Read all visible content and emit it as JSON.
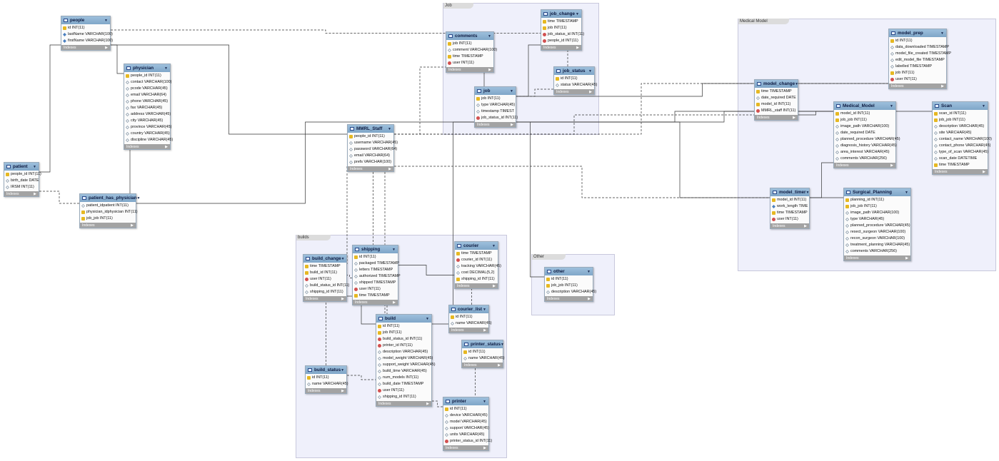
{
  "regions": [
    {
      "id": "job",
      "label": "Job"
    },
    {
      "id": "medical",
      "label": "Medical Model"
    },
    {
      "id": "builds",
      "label": "builds"
    },
    {
      "id": "other",
      "label": "Other"
    }
  ],
  "indexes_label": "Indexes",
  "tables": [
    {
      "id": "people",
      "name": "people",
      "columns": [
        {
          "k": "pk",
          "t": "id INT(11)"
        },
        {
          "k": "nn",
          "t": "lastName VARCHAR(100)"
        },
        {
          "k": "nn",
          "t": "firstName VARCHAR(100)"
        }
      ]
    },
    {
      "id": "physician",
      "name": "physician",
      "columns": [
        {
          "k": "pk",
          "t": "people_id INT(11)"
        },
        {
          "k": "nul",
          "t": "contact VARCHAR(100)"
        },
        {
          "k": "nul",
          "t": "pcode VARCHAR(45)"
        },
        {
          "k": "nul",
          "t": "email VARCHAR(64)"
        },
        {
          "k": "nul",
          "t": "phone VARCHAR(45)"
        },
        {
          "k": "nul",
          "t": "fax VARCHAR(45)"
        },
        {
          "k": "nul",
          "t": "address VARCHAR(45)"
        },
        {
          "k": "nul",
          "t": "city VARCHAR(45)"
        },
        {
          "k": "nul",
          "t": "province VARCHAR(45)"
        },
        {
          "k": "nul",
          "t": "country VARCHAR(45)"
        },
        {
          "k": "nul",
          "t": "discipline VARCHAR(45)"
        }
      ]
    },
    {
      "id": "patient",
      "name": "patient",
      "columns": [
        {
          "k": "pk",
          "t": "people_id INT(11)"
        },
        {
          "k": "nul",
          "t": "birth_date DATE"
        },
        {
          "k": "nul",
          "t": "IRSM INT(11)"
        }
      ]
    },
    {
      "id": "patient_has_physician",
      "name": "patient_has_physician",
      "columns": [
        {
          "k": "nul",
          "t": "patient_idpatient INT(11)"
        },
        {
          "k": "pk",
          "t": "physician_idphysician INT(11)"
        },
        {
          "k": "pk",
          "t": "job_job INT(11)"
        }
      ]
    },
    {
      "id": "mmrl_staff",
      "name": "MMRL_Staff",
      "columns": [
        {
          "k": "pk",
          "t": "people_id INT(11)"
        },
        {
          "k": "nul",
          "t": "username VARCHAR(45)"
        },
        {
          "k": "nul",
          "t": "password VARCHAR(64)"
        },
        {
          "k": "nul",
          "t": "email VARCHAR(64)"
        },
        {
          "k": "nul",
          "t": "prefs VARCHAR(100)"
        }
      ]
    },
    {
      "id": "comments",
      "name": "comments",
      "columns": [
        {
          "k": "pk",
          "t": "job INT(11)"
        },
        {
          "k": "nul",
          "t": "comment VARCHAR(100)"
        },
        {
          "k": "pk",
          "t": "time TIMESTAMP"
        },
        {
          "k": "fk",
          "t": "user INT(11)"
        }
      ]
    },
    {
      "id": "job_change",
      "name": "job_change",
      "columns": [
        {
          "k": "pk",
          "t": "time TIMESTAMP"
        },
        {
          "k": "pk",
          "t": "job INT(11)"
        },
        {
          "k": "fk",
          "t": "job_status_id INT(11)"
        },
        {
          "k": "fk",
          "t": "people_id INT(11)"
        }
      ]
    },
    {
      "id": "job_status",
      "name": "job_status",
      "columns": [
        {
          "k": "pk",
          "t": "id INT(11)"
        },
        {
          "k": "nul",
          "t": "status VARCHAR(45)"
        }
      ]
    },
    {
      "id": "job",
      "name": "job",
      "columns": [
        {
          "k": "pk",
          "t": "job INT(11)"
        },
        {
          "k": "nul",
          "t": "type VARCHAR(45)"
        },
        {
          "k": "nul",
          "t": "timestamp TIMEST"
        },
        {
          "k": "fk",
          "t": "job_status_id INT(11)"
        }
      ]
    },
    {
      "id": "model_prep",
      "name": "model_prep",
      "columns": [
        {
          "k": "pk",
          "t": "id INT(11)"
        },
        {
          "k": "nul",
          "t": "data_downloaded TIMESTAMP"
        },
        {
          "k": "nul",
          "t": "model_file_created TIMESTAMP"
        },
        {
          "k": "nul",
          "t": "edit_model_file TIMESTAMP"
        },
        {
          "k": "nul",
          "t": "labelled TIMESTAMP"
        },
        {
          "k": "pk",
          "t": "job INT(11)"
        },
        {
          "k": "fk",
          "t": "user INT(11)"
        }
      ]
    },
    {
      "id": "model_change",
      "name": "model_change",
      "columns": [
        {
          "k": "pk",
          "t": "time TIMESTAMP"
        },
        {
          "k": "nul",
          "t": "date_required DATE"
        },
        {
          "k": "pk",
          "t": "model_id INT(11)"
        },
        {
          "k": "fk",
          "t": "MMRL_staff INT(11)"
        }
      ]
    },
    {
      "id": "medical_model",
      "name": "Medical_Model",
      "columns": [
        {
          "k": "pk",
          "t": "model_id INT(11)"
        },
        {
          "k": "pk",
          "t": "job_job INT(11)"
        },
        {
          "k": "nul",
          "t": "image_path VARCHAR(100)"
        },
        {
          "k": "nul",
          "t": "date_required DATE"
        },
        {
          "k": "nul",
          "t": "planned_procedure VARCHAR(45)"
        },
        {
          "k": "nul",
          "t": "diagnosis_history VARCHAR(45)"
        },
        {
          "k": "nul",
          "t": "area_interest VARCHAR(45)"
        },
        {
          "k": "nul",
          "t": "comments VARCHAR(256)"
        }
      ]
    },
    {
      "id": "scan",
      "name": "Scan",
      "columns": [
        {
          "k": "pk",
          "t": "scan_id INT(11)"
        },
        {
          "k": "pk",
          "t": "job_job INT(11)"
        },
        {
          "k": "nul",
          "t": "description VARCHAR(45)"
        },
        {
          "k": "nul",
          "t": "site VARCHAR(45)"
        },
        {
          "k": "nul",
          "t": "contact_name VARCHAR(100)"
        },
        {
          "k": "nul",
          "t": "contact_phone VARCHAR(45)"
        },
        {
          "k": "nul",
          "t": "type_of_scan VARCHAR(45)"
        },
        {
          "k": "nul",
          "t": "scan_date DATETIME"
        },
        {
          "k": "pk",
          "t": "time TIMESTAMP"
        }
      ]
    },
    {
      "id": "model_timer",
      "name": "model_timer",
      "columns": [
        {
          "k": "pk",
          "t": "model_id INT(11)"
        },
        {
          "k": "nn",
          "t": "work_length TIME"
        },
        {
          "k": "pk",
          "t": "time TIMESTAMP"
        },
        {
          "k": "fk",
          "t": "user INT(11)"
        }
      ]
    },
    {
      "id": "surgical_planning",
      "name": "Surgical_Planning",
      "columns": [
        {
          "k": "pk",
          "t": "planning_id INT(11)"
        },
        {
          "k": "pk",
          "t": "job_job INT(11)"
        },
        {
          "k": "nul",
          "t": "image_path VARCHAR(100)"
        },
        {
          "k": "nul",
          "t": "type VARCHAR(45)"
        },
        {
          "k": "nul",
          "t": "planned_procedure VARCHAR(45)"
        },
        {
          "k": "nul",
          "t": "resect_surgeon VARCHAR(100)"
        },
        {
          "k": "nul",
          "t": "recon_surgeon VARCHAR(100)"
        },
        {
          "k": "nul",
          "t": "treatment_planning VARCHAR(45)"
        },
        {
          "k": "nul",
          "t": "comments VARCHAR(256)"
        }
      ]
    },
    {
      "id": "build_change",
      "name": "build_change",
      "columns": [
        {
          "k": "pk",
          "t": "time TIMESTAMP"
        },
        {
          "k": "pk",
          "t": "build_id INT(11)"
        },
        {
          "k": "fk",
          "t": "user INT(11)"
        },
        {
          "k": "nul",
          "t": "build_status_id INT(11)"
        },
        {
          "k": "nul",
          "t": "shipping_id INT(11)"
        }
      ]
    },
    {
      "id": "shipping",
      "name": "shipping",
      "columns": [
        {
          "k": "pk",
          "t": "id INT(11)"
        },
        {
          "k": "nul",
          "t": "packaged TIMESTAMP"
        },
        {
          "k": "nul",
          "t": "letters TIMESTAMP"
        },
        {
          "k": "nul",
          "t": "authorized TIMESTAMP"
        },
        {
          "k": "nul",
          "t": "shipped TIMESTAMP"
        },
        {
          "k": "fk",
          "t": "user INT(11)"
        },
        {
          "k": "pk",
          "t": "time TIMESTAMP"
        }
      ]
    },
    {
      "id": "courier",
      "name": "courier",
      "columns": [
        {
          "k": "pk",
          "t": "time TIMESTAMP"
        },
        {
          "k": "fk",
          "t": "courier_id INT(11)"
        },
        {
          "k": "nul",
          "t": "tracking VARCHAR(45)"
        },
        {
          "k": "nul",
          "t": "cost DECIMAL(5,2)"
        },
        {
          "k": "pk",
          "t": "shipping_id INT(11)"
        }
      ]
    },
    {
      "id": "courier_list",
      "name": "courier_list",
      "columns": [
        {
          "k": "pk",
          "t": "id INT(11)"
        },
        {
          "k": "nul",
          "t": "name VARCHAR(45)"
        }
      ]
    },
    {
      "id": "build",
      "name": "build",
      "columns": [
        {
          "k": "pk",
          "t": "id INT(11)"
        },
        {
          "k": "pk",
          "t": "job INT(11)"
        },
        {
          "k": "fk",
          "t": "build_status_id INT(11)"
        },
        {
          "k": "fk",
          "t": "printer_id INT(11)"
        },
        {
          "k": "nul",
          "t": "description VARCHAR(45)"
        },
        {
          "k": "nul",
          "t": "model_weight VARCHAR(45)"
        },
        {
          "k": "nul",
          "t": "support_weight VARCHAR(45)"
        },
        {
          "k": "nul",
          "t": "build_time VARCHAR(45)"
        },
        {
          "k": "nul",
          "t": "num_models INT(11)"
        },
        {
          "k": "nul",
          "t": "build_date TIMESTAMP"
        },
        {
          "k": "fk",
          "t": "user INT(11)"
        },
        {
          "k": "nul",
          "t": "shipping_id INT(11)"
        }
      ]
    },
    {
      "id": "printer_status",
      "name": "printer_status",
      "columns": [
        {
          "k": "pk",
          "t": "id INT(11)"
        },
        {
          "k": "nul",
          "t": "name VARCHAR(45)"
        }
      ]
    },
    {
      "id": "build_status",
      "name": "build_status",
      "columns": [
        {
          "k": "pk",
          "t": "id INT(11)"
        },
        {
          "k": "nul",
          "t": "name VARCHAR(45)"
        }
      ]
    },
    {
      "id": "printer",
      "name": "printer",
      "columns": [
        {
          "k": "pk",
          "t": "id INT(11)"
        },
        {
          "k": "nul",
          "t": "device VARCHAR(45)"
        },
        {
          "k": "nul",
          "t": "model VARCHAR(45)"
        },
        {
          "k": "nul",
          "t": "support VARCHAR(45)"
        },
        {
          "k": "nul",
          "t": "units VARCHAR(45)"
        },
        {
          "k": "fk",
          "t": "printer_status_id INT(11)"
        }
      ]
    },
    {
      "id": "other",
      "name": "other",
      "columns": [
        {
          "k": "pk",
          "t": "id INT(11)"
        },
        {
          "k": "pk",
          "t": "job_job INT(11)"
        },
        {
          "k": "nul",
          "t": "description VARCHAR(45)"
        }
      ]
    }
  ],
  "relationships": [
    {
      "from": "people",
      "to": "patient",
      "style": "solid"
    },
    {
      "from": "people",
      "to": "physician",
      "style": "solid"
    },
    {
      "from": "people",
      "to": "mmrl_staff",
      "style": "solid"
    },
    {
      "from": "people",
      "to": "job_change",
      "style": "dashed"
    },
    {
      "from": "patient",
      "to": "patient_has_physician",
      "style": "dashed"
    },
    {
      "from": "physician",
      "to": "patient_has_physician",
      "style": "solid"
    },
    {
      "from": "job",
      "to": "patient_has_physician",
      "style": "solid"
    },
    {
      "from": "mmrl_staff",
      "to": "comments",
      "style": "dashed"
    },
    {
      "from": "mmrl_staff",
      "to": "build_change",
      "style": "dashed"
    },
    {
      "from": "mmrl_staff",
      "to": "shipping",
      "style": "dashed"
    },
    {
      "from": "mmrl_staff",
      "to": "build",
      "style": "dashed"
    },
    {
      "from": "mmrl_staff",
      "to": "model_change",
      "style": "dashed"
    },
    {
      "from": "mmrl_staff",
      "to": "model_prep",
      "style": "dashed"
    },
    {
      "from": "mmrl_staff",
      "to": "model_timer",
      "style": "dashed"
    },
    {
      "from": "job",
      "to": "comments",
      "style": "solid"
    },
    {
      "from": "job",
      "to": "job_change",
      "style": "solid"
    },
    {
      "from": "job_status",
      "to": "job_change",
      "style": "dashed"
    },
    {
      "from": "job_status",
      "to": "job",
      "style": "dashed"
    },
    {
      "from": "job",
      "to": "medical_model",
      "style": "solid"
    },
    {
      "from": "job",
      "to": "scan",
      "style": "solid"
    },
    {
      "from": "job",
      "to": "other",
      "style": "solid"
    },
    {
      "from": "job",
      "to": "build",
      "style": "solid"
    },
    {
      "from": "medical_model",
      "to": "model_change",
      "style": "solid"
    },
    {
      "from": "medical_model",
      "to": "model_timer",
      "style": "solid"
    },
    {
      "from": "job",
      "to": "model_prep",
      "style": "solid"
    },
    {
      "from": "job",
      "to": "surgical_planning",
      "style": "solid"
    },
    {
      "from": "build",
      "to": "build_change",
      "style": "solid"
    },
    {
      "from": "build_status",
      "to": "build_change",
      "style": "dashed"
    },
    {
      "from": "build_status",
      "to": "build",
      "style": "dashed"
    },
    {
      "from": "shipping",
      "to": "build_change",
      "style": "dashed"
    },
    {
      "from": "shipping",
      "to": "build",
      "style": "dashed"
    },
    {
      "from": "shipping",
      "to": "courier",
      "style": "solid"
    },
    {
      "from": "courier_list",
      "to": "courier",
      "style": "dashed"
    },
    {
      "from": "printer",
      "to": "build",
      "style": "dashed"
    },
    {
      "from": "printer_status",
      "to": "printer",
      "style": "dashed"
    }
  ]
}
